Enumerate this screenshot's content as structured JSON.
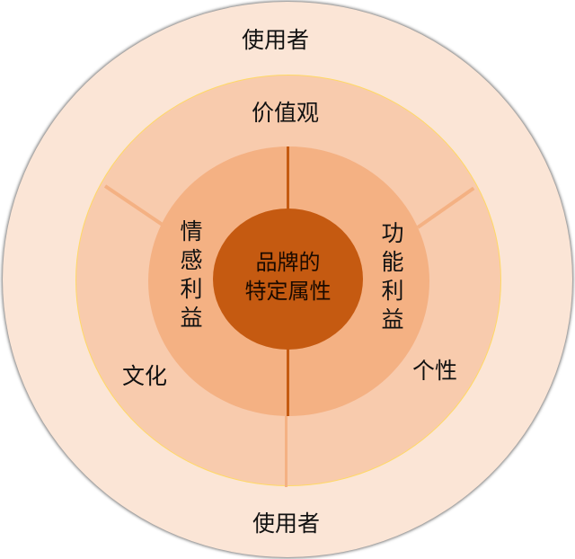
{
  "diagram": {
    "type": "concentric-rings",
    "colors": {
      "background": "#ffffff",
      "outer_ring": "#fbe5d6",
      "third_ring": "#f8cbad",
      "third_ring_border": "#ffd966",
      "middle_ring": "#f4b183",
      "center": "#c55a11",
      "divider_dark": "#c55a11",
      "divider_light": "#f4b183"
    },
    "center": {
      "line1": "品牌的",
      "line2": "特定属性"
    },
    "middle_ring": {
      "left_label": "情感利益",
      "right_label": "功能利益"
    },
    "third_ring": {
      "top_label": "价值观",
      "left_label": "文化",
      "right_label": "个性"
    },
    "outer_ring": {
      "top_label": "使用者",
      "bottom_label": "使用者"
    }
  }
}
